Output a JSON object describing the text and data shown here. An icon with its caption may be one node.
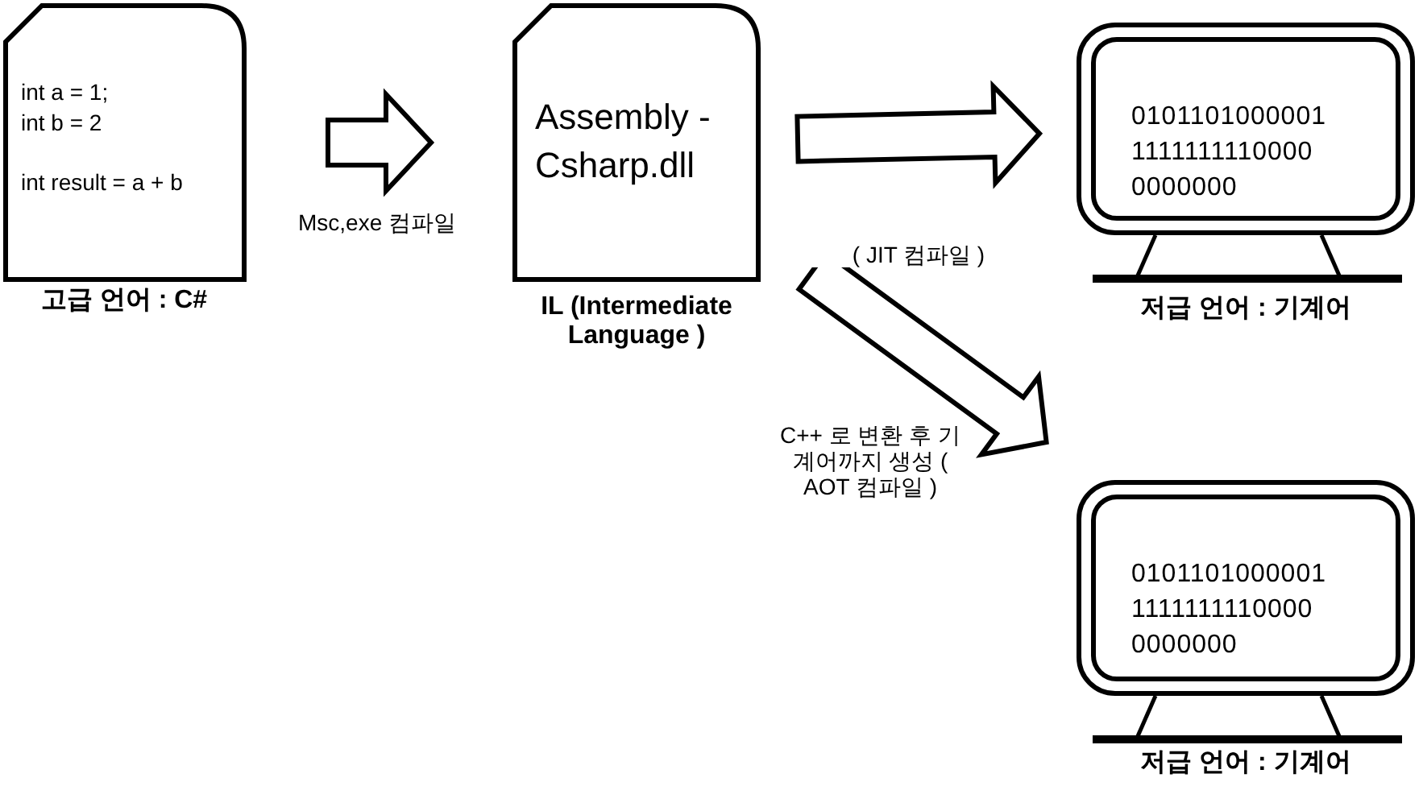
{
  "diagram": {
    "nodes": [
      {
        "text": [
          "int a = 1;",
          "int b = 2",
          "int result = a + b"
        ],
        "beside": [
          "고급 언어 : C#"
        ]
      },
      {
        "text": [
          "Assembly - Csharp.dll"
        ],
        "beside": [
          "IL (Intermediate Language )"
        ]
      },
      {
        "text": [
          "0101101000001 1111111110000 0000000"
        ],
        "beside": [
          "저급 언어 : 기계어"
        ]
      },
      {
        "text": [
          "0101101000001 1111111110000 0000000"
        ],
        "beside": [
          "저급 언어 : 기계어"
        ]
      }
    ],
    "edges": [
      {
        "from": 0,
        "to": 1,
        "arrow": "to",
        "label": "Msc,exe 컴파일"
      },
      {
        "from": 1,
        "to": 2,
        "arrow": "to",
        "label": "( JIT 컴파일 )"
      },
      {
        "from": 1,
        "to": 3,
        "arrow": "to",
        "label": "C++ 로 변환 후 기계어까지 생성 ( AOT 컴파일 )"
      }
    ]
  }
}
